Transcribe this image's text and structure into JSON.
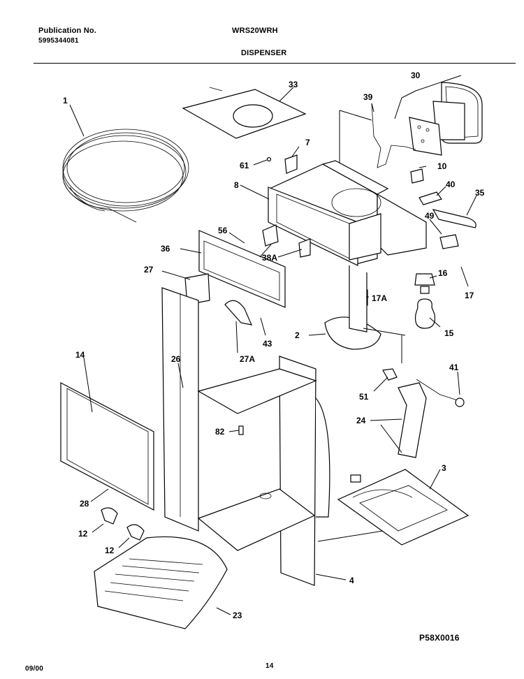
{
  "header": {
    "publication_label": "Publication No.",
    "publication_number": "5995344081",
    "model": "WRS20WRH",
    "section_title": "DISPENSER"
  },
  "footer": {
    "date": "09/00",
    "page_number": "14",
    "diagram_code": "P58X0016"
  },
  "part_labels": {
    "p1": "1",
    "p33": "33",
    "p30": "30",
    "p39": "39",
    "p7": "7",
    "p61": "61",
    "p10": "10",
    "p8": "8",
    "p40": "40",
    "p35": "35",
    "p49": "49",
    "p56": "56",
    "p36": "36",
    "p38a": "38A",
    "p27": "27",
    "p16": "16",
    "p17a": "17A",
    "p17": "17",
    "p43": "43",
    "p2": "2",
    "p15": "15",
    "p14": "14",
    "p26": "26",
    "p27a": "27A",
    "p41": "41",
    "p51": "51",
    "p24": "24",
    "p82": "82",
    "p3": "3",
    "p28": "28",
    "p12a": "12",
    "p12b": "12",
    "p4": "4",
    "p23": "23"
  }
}
